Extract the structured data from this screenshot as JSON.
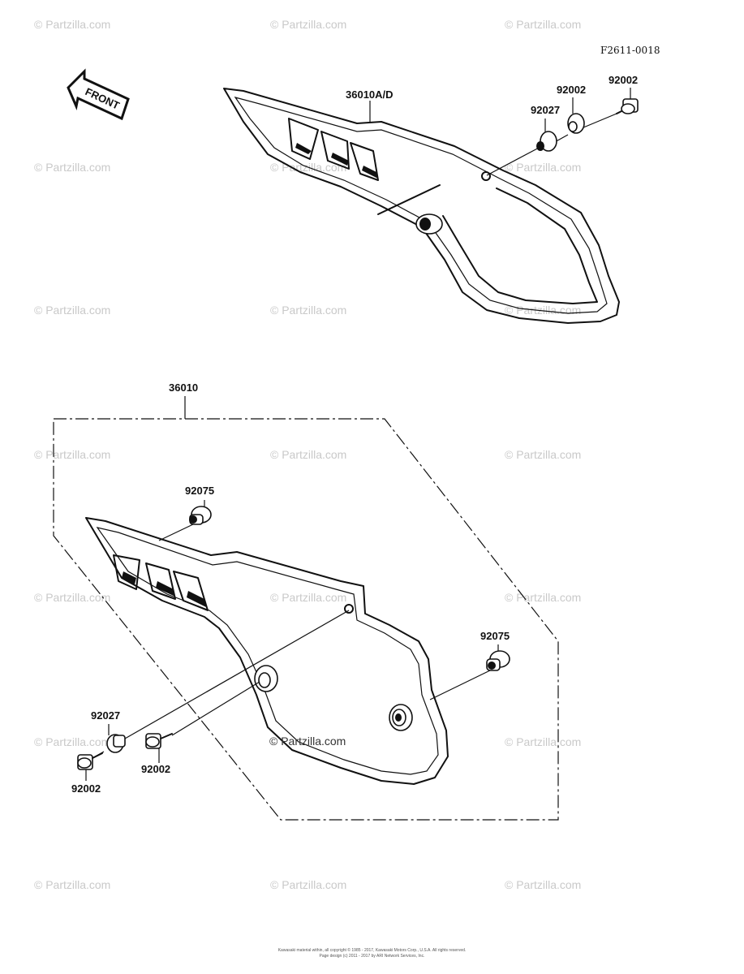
{
  "figure_code": "F2611-0018",
  "front_label": "FRONT",
  "watermark_text": "© Partzilla.com",
  "center_watermark_text": "© Partzilla.com",
  "parts": {
    "upper_cover": "36010A/D",
    "upper_collar": "92027",
    "upper_washer": "92002",
    "upper_bolt": "92002",
    "lower_cover": "36010",
    "lower_grommet_top": "92075",
    "lower_grommet_right": "92075",
    "lower_collar": "92027",
    "lower_bolt_center": "92002",
    "lower_bolt_left": "92002"
  },
  "copyright_line1": "Kawasaki material within, all copyright © 1985 - 2017, Kawasaki Motors Corp., U.S.A. All rights reserved.",
  "copyright_line2": "Page design (c) 2011 - 2017 by ARI Network Services, Inc."
}
